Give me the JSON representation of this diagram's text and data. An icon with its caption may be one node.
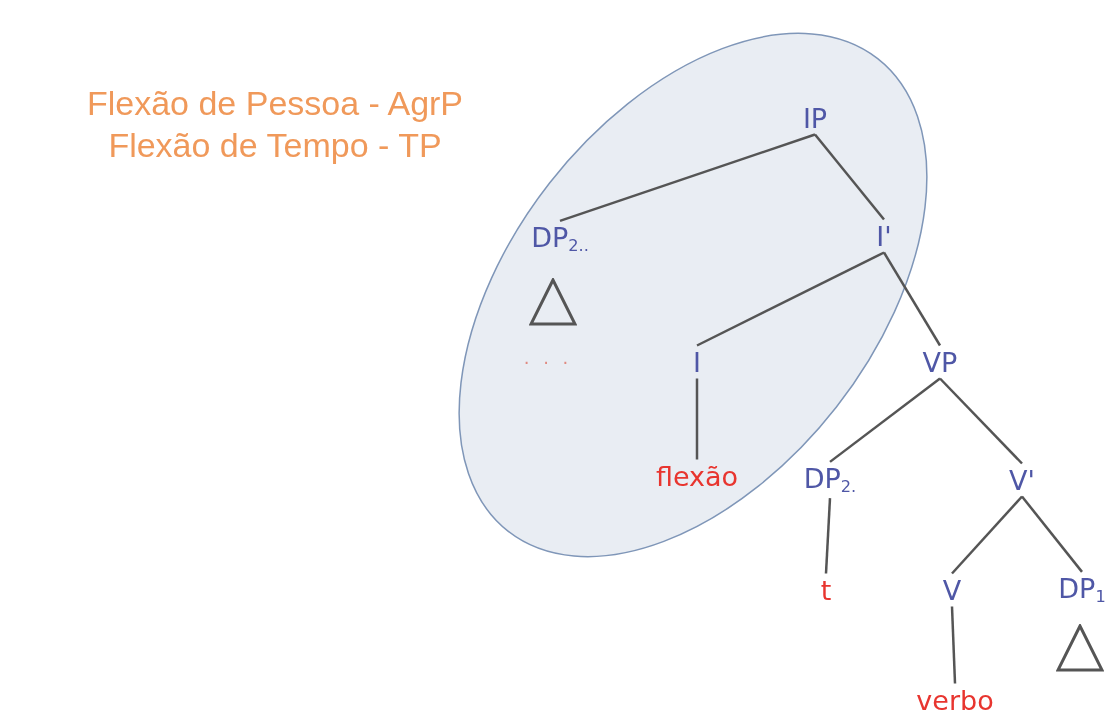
{
  "diagram": {
    "nodes": [
      {
        "text": [
          "Flexão de Pessoa - AgrP",
          "Flexão de Tempo - TP"
        ]
      },
      {
        "text": [
          "IP"
        ],
        "in": 0
      },
      {
        "text": [
          "DP$_{2..}$"
        ],
        "in": 0
      },
      {
        "text": [
          "I'"
        ],
        "in": 0
      },
      {
        "text": [],
        "shape": "triangle",
        "in": 0
      },
      {
        "text": [
          "I"
        ],
        "in": 0
      },
      {
        "text": [
          "VP"
        ]
      },
      {
        "text": [
          "flexão"
        ],
        "in": 0
      },
      {
        "text": [
          "DP$_{2.}$"
        ]
      },
      {
        "text": [
          "V'"
        ]
      },
      {
        "text": [
          "t"
        ]
      },
      {
        "text": [
          "V"
        ]
      },
      {
        "text": [
          "DP$_{1}$"
        ]
      },
      {
        "text": [],
        "shape": "triangle"
      },
      {
        "text": [
          "verbo"
        ]
      }
    ],
    "edges": [
      {
        "from": 1,
        "to": 2,
        "arrow": "none"
      },
      {
        "from": 1,
        "to": 3,
        "arrow": "none"
      },
      {
        "from": 3,
        "to": 5,
        "arrow": "none"
      },
      {
        "from": 3,
        "to": 6,
        "arrow": "none"
      },
      {
        "from": 5,
        "to": 7,
        "arrow": "none"
      },
      {
        "from": 6,
        "to": 8,
        "arrow": "none"
      },
      {
        "from": 6,
        "to": 9,
        "arrow": "none"
      },
      {
        "from": 8,
        "to": 10,
        "arrow": "none"
      },
      {
        "from": 9,
        "to": 11,
        "arrow": "none"
      },
      {
        "from": 9,
        "to": 12,
        "arrow": "none"
      },
      {
        "from": 11,
        "to": 14,
        "arrow": "none"
      }
    ],
    "labels": [
      "· · ·"
    ]
  }
}
